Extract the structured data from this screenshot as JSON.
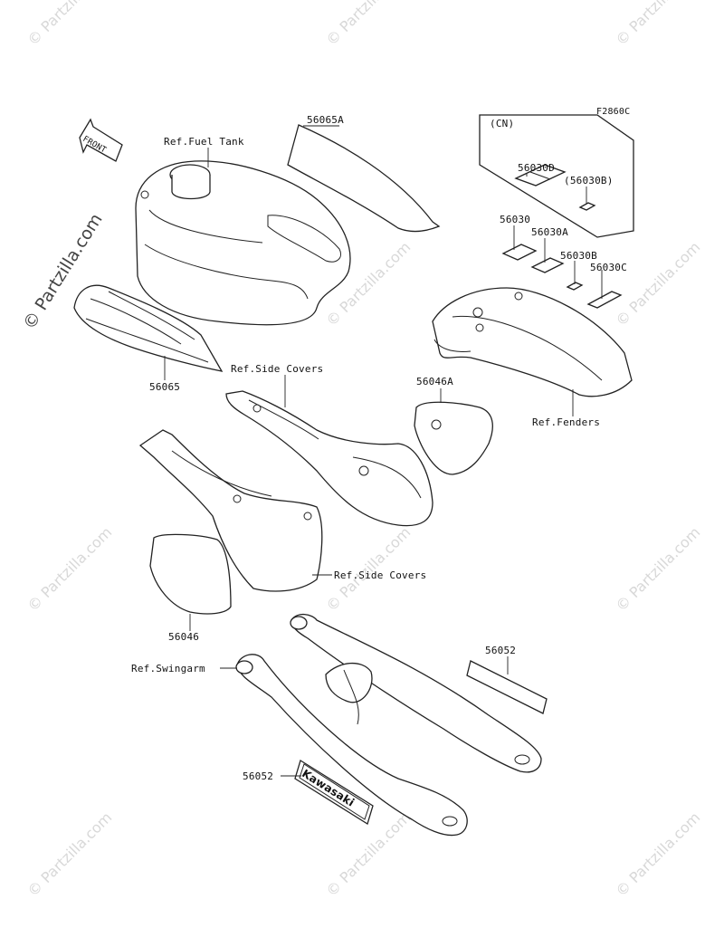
{
  "figure_code": "F2860C",
  "front_label": "FRONT",
  "cn_box_label": "(CN)",
  "watermark_text": "© Partzilla.com",
  "labels": {
    "ref_fuel_tank": "Ref.Fuel Tank",
    "p56065A": "56065A",
    "p56030D": "56030D",
    "p56030B_paren": "(56030B)",
    "p56030": "56030",
    "p56030A": "56030A",
    "p56030B": "56030B",
    "p56030C": "56030C",
    "p56065": "56065",
    "ref_side_covers_top": "Ref.Side Covers",
    "p56046A": "56046A",
    "ref_fenders": "Ref.Fenders",
    "ref_side_covers_bottom": "Ref.Side Covers",
    "p56046": "56046",
    "p56052_right": "56052",
    "ref_swingarm": "Ref.Swingarm",
    "p56052_left": "56052",
    "kawasaki_decal": "Kawasaki"
  }
}
